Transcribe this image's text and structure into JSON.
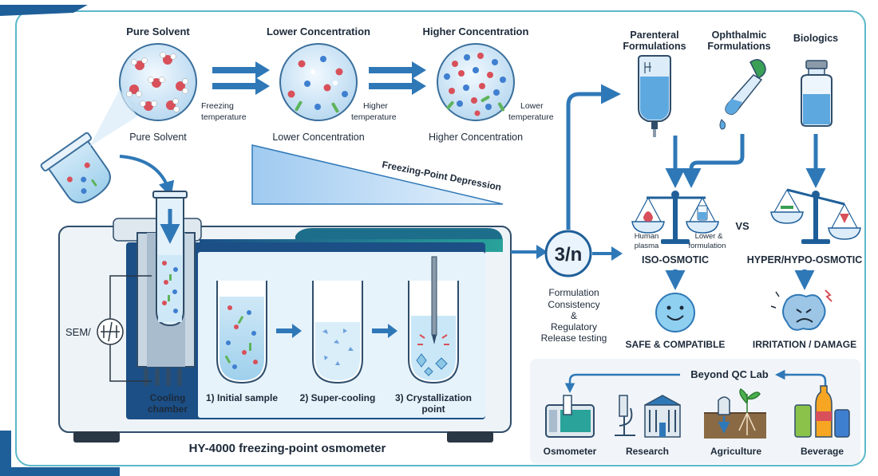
{
  "solutions": {
    "pure": {
      "title": "Pure Solvent",
      "caption": "Pure Solvent"
    },
    "lower": {
      "title": "Lower Concentration",
      "caption": "Lower Concentration"
    },
    "higher": {
      "title": "Higher Concentration",
      "caption": "Higher Concentration"
    }
  },
  "arrow_labels": {
    "a1_line1": "Freezing",
    "a1_line2": "temperature",
    "a2_line1": "Higher",
    "a2_line2": "temperature",
    "a3_line1": "Lower",
    "a3_line2": "temperature"
  },
  "depression_label": "Freezing-Point Depression",
  "instrument": {
    "name": "HY-4000 freezing-point osmometer",
    "sem_label": "SEM/",
    "cooling_line1": "Cooling",
    "cooling_line2": "chamber",
    "step1": "1) Initial sample",
    "step2": "2) Super-cooling",
    "step3_line1": "3) Crystallization",
    "step3_line2": "point"
  },
  "formula_symbol": "3/n",
  "formulation_text": [
    "Formulation",
    "Consistency",
    "&",
    "Regulatory",
    "Release testing"
  ],
  "products": {
    "parenteral_line1": "Parenteral",
    "parenteral_line2": "Formulations",
    "ophthalmic_line1": "Ophthalmic",
    "ophthalmic_line2": "Formulations",
    "biologics": "Biologics"
  },
  "balance": {
    "left_pan_line1": "Human",
    "left_pan_line2": "plasma",
    "right_pan_line1": "Lower &",
    "right_pan_line2": "formulation",
    "iso_label": "ISO-OSMOTIC",
    "vs_label": "VS",
    "hyper_label": "HYPER/HYPO-OSMOTIC",
    "safe_label": "SAFE & COMPATIBLE",
    "irritation_label": "IRRITATION / DAMAGE"
  },
  "beyond": {
    "title": "Beyond QC Lab",
    "items": [
      "Osmometer",
      "Research",
      "Agriculture",
      "Beverage"
    ]
  },
  "colors": {
    "accent_blue": "#2f78b7",
    "dark_blue": "#1f5f99",
    "teal": "#2aa39a",
    "solute_red": "#d8505a",
    "solute_blue": "#3f7fd0",
    "solute_green": "#5db35a"
  }
}
